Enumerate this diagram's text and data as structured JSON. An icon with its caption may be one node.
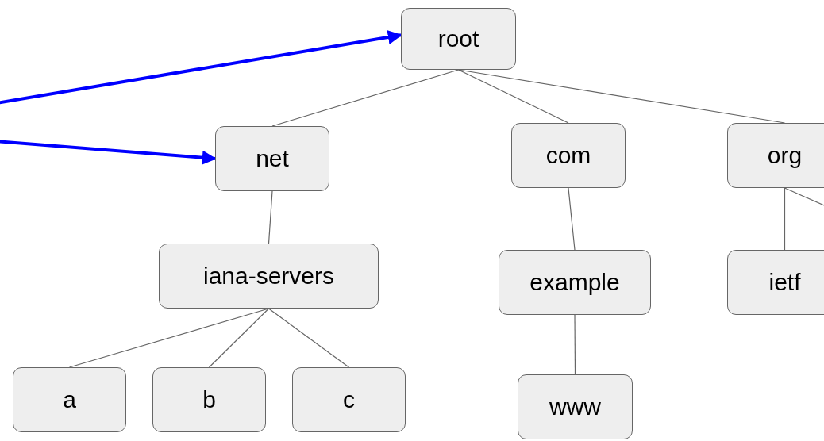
{
  "diagram": {
    "nodes": [
      {
        "text": [
          "root"
        ]
      },
      {
        "text": [
          "net"
        ]
      },
      {
        "text": [
          "com"
        ]
      },
      {
        "text": [
          "org"
        ]
      },
      {
        "text": [
          "iana-servers"
        ]
      },
      {
        "text": [
          "example"
        ]
      },
      {
        "text": [
          "ietf"
        ]
      },
      {
        "text": [
          "a"
        ]
      },
      {
        "text": [
          "b"
        ]
      },
      {
        "text": [
          "c"
        ]
      },
      {
        "text": [
          "www"
        ]
      }
    ],
    "edges": [
      {
        "from": 0,
        "to": 1,
        "arrow": "none"
      },
      {
        "from": 0,
        "to": 2,
        "arrow": "none"
      },
      {
        "from": 0,
        "to": 3,
        "arrow": "none"
      },
      {
        "from": 1,
        "to": 4,
        "arrow": "none"
      },
      {
        "from": 4,
        "to": 7,
        "arrow": "none"
      },
      {
        "from": 4,
        "to": 8,
        "arrow": "none"
      },
      {
        "from": 4,
        "to": 9,
        "arrow": "none"
      },
      {
        "from": 2,
        "to": 5,
        "arrow": "none"
      },
      {
        "from": 5,
        "to": 10,
        "arrow": "none"
      },
      {
        "from": 3,
        "to": 6,
        "arrow": "none"
      },
      {
        "from": 3,
        "to": null,
        "arrow": "none"
      },
      {
        "from": null,
        "to": 0,
        "arrow": "to",
        "style": "thick",
        "color": "#0000ff"
      },
      {
        "from": null,
        "to": 1,
        "arrow": "to",
        "style": "thick",
        "color": "#0000ff"
      }
    ]
  }
}
